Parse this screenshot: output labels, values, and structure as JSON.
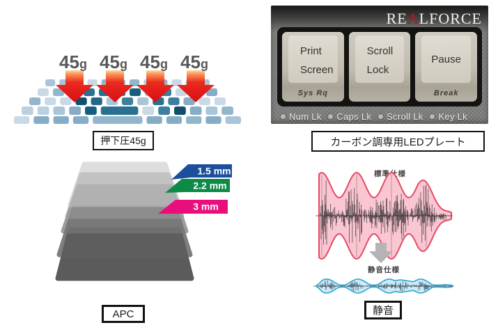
{
  "press_force": {
    "arrow_labels": [
      "45g",
      "45g",
      "45g",
      "45g"
    ],
    "caption": "押下圧45g",
    "arrow_color": "#e0131b",
    "label_color": "#57585a"
  },
  "led_plate": {
    "logo": {
      "prefix": "RE",
      "accent": "Λ",
      "suffix": "LFORCE"
    },
    "keys": [
      {
        "lines": [
          "Print",
          "Screen"
        ],
        "front": "Sys Rq"
      },
      {
        "lines": [
          "Scroll",
          "Lock"
        ],
        "front": ""
      },
      {
        "lines": [
          "Pause"
        ],
        "front": "Break"
      }
    ],
    "indicators": [
      "Num Lk",
      "Caps Lk",
      "Scroll Lk",
      "Key Lk"
    ],
    "caption": "カーボン調専用LEDプレート"
  },
  "apc": {
    "flags": [
      {
        "label": "1.5 mm",
        "color": "#1b4f9e"
      },
      {
        "label": "2.2 mm",
        "color": "#0e8a47"
      },
      {
        "label": "3 mm",
        "color": "#e80f7d"
      }
    ],
    "caption": "APC"
  },
  "silent": {
    "standard_label": "標準仕様",
    "silent_label": "静音仕様",
    "caption": "静音",
    "standard_colors": {
      "fill": "#f9c6d2",
      "stroke": "#e64a64"
    },
    "silent_colors": {
      "fill": "#cdeaf6",
      "stroke": "#2aa6d6"
    }
  }
}
